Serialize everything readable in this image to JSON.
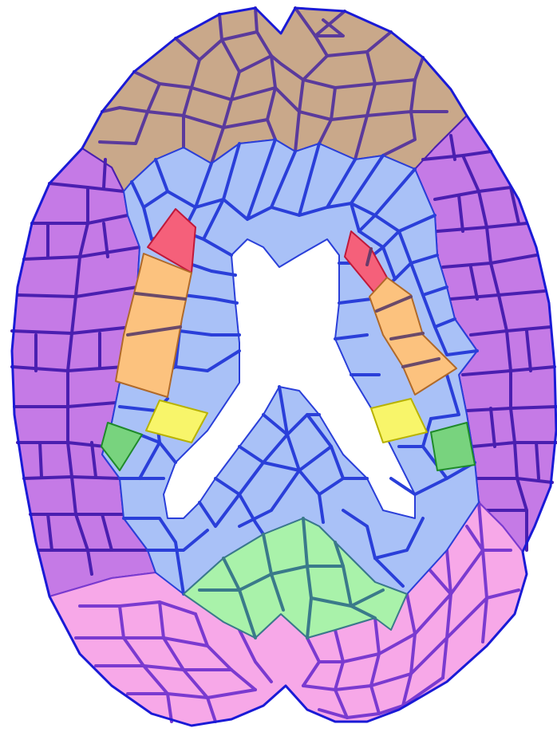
{
  "colors": {
    "background": "#ffffff",
    "outline": "#1a1ad6",
    "frontal": "#c9a88a",
    "frontal_edge": "#5b3a9a",
    "lateral": "#c57ae6",
    "lateral_edge": "#4a1fb0",
    "occipital": "#f7a8e8",
    "occipital_edge": "#7a3ad0",
    "white_matter": "#a9c1f7",
    "white_matter_edge": "#2a3fd9",
    "occipital_wm": "#a9f2aa",
    "occipital_wm_edge": "#3a7a8a",
    "caudate_red": "#f5607a",
    "putamen_orange": "#fcc27e",
    "yellow": "#f8f56a",
    "green": "#78d37e"
  },
  "regions": [
    {
      "name": "frontal-cortex",
      "fill": "frontal"
    },
    {
      "name": "left-lateral-cortex",
      "fill": "lateral"
    },
    {
      "name": "right-lateral-cortex",
      "fill": "lateral"
    },
    {
      "name": "occipital-cortex",
      "fill": "occipital"
    },
    {
      "name": "white-matter",
      "fill": "white_matter"
    },
    {
      "name": "occipital-white-matter",
      "fill": "occipital_wm"
    },
    {
      "name": "left-caudate",
      "fill": "caudate_red"
    },
    {
      "name": "right-caudate",
      "fill": "caudate_red"
    },
    {
      "name": "left-putamen",
      "fill": "putamen_orange"
    },
    {
      "name": "right-putamen",
      "fill": "putamen_orange"
    },
    {
      "name": "left-yellow-structure",
      "fill": "yellow"
    },
    {
      "name": "right-yellow-structure",
      "fill": "yellow"
    },
    {
      "name": "left-green-structure",
      "fill": "green"
    },
    {
      "name": "right-green-structure",
      "fill": "green"
    }
  ]
}
